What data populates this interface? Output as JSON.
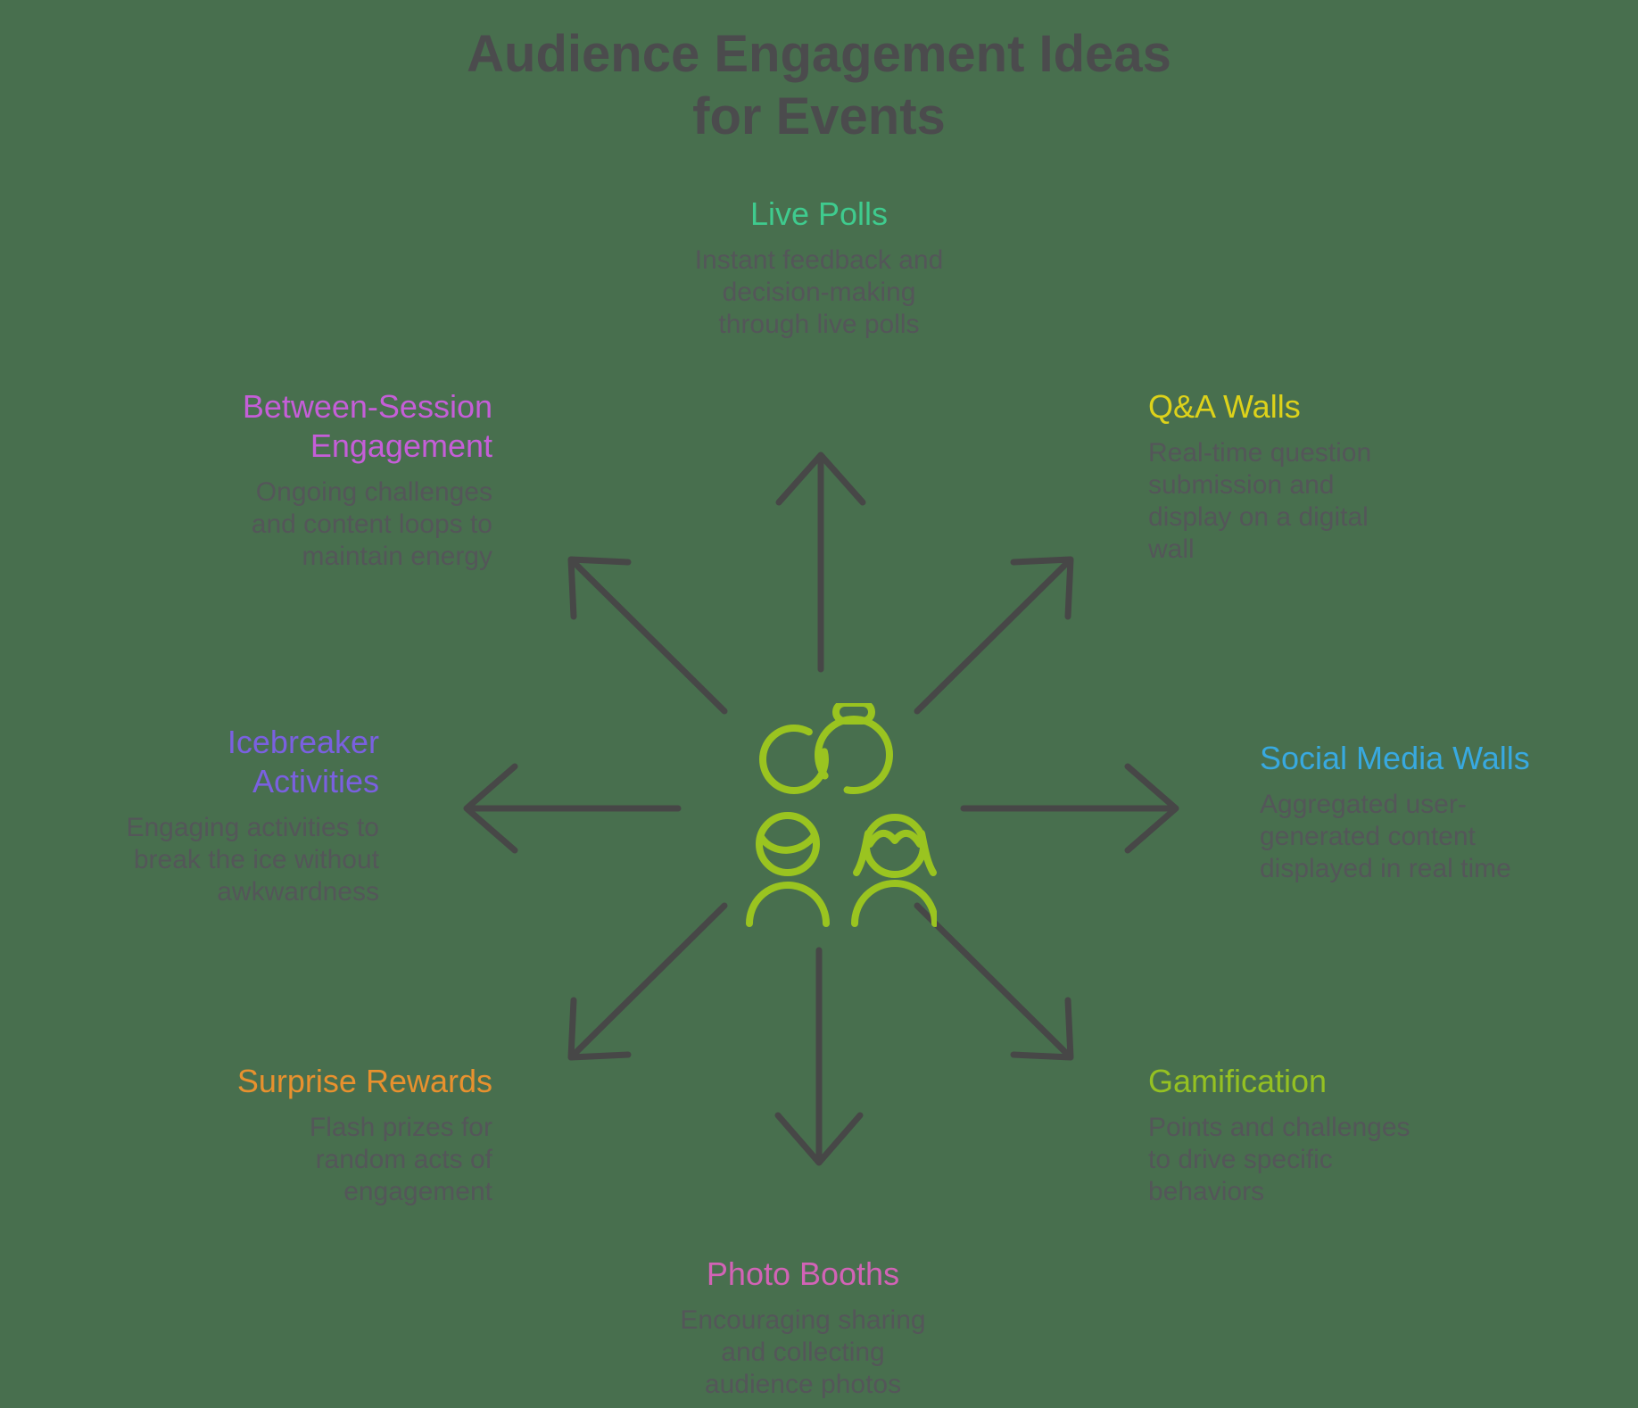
{
  "title": {
    "lines": [
      "Audience Engagement Ideas",
      "for Events"
    ]
  },
  "colors": {
    "background": "#486f4e",
    "title_text": "#4b4b4d",
    "body_text": "#545659",
    "arrow": "#474747",
    "icon_green": "#9ac420"
  },
  "center_icon": "people-partnership-icon",
  "items": [
    {
      "id": "live-polls",
      "label": "Live Polls",
      "color": "#3fcb8e",
      "description": [
        "Instant feedback and",
        "decision-making",
        "through live polls"
      ]
    },
    {
      "id": "qa-walls",
      "label": "Q&A Walls",
      "color": "#ddd21a",
      "description": [
        "Real-time question",
        "submission and",
        "display on a digital",
        "wall"
      ]
    },
    {
      "id": "social-media-walls",
      "label": "Social Media Walls",
      "color": "#38a9e0",
      "description": [
        "Aggregated user-",
        "generated content",
        "displayed in real time"
      ]
    },
    {
      "id": "gamification",
      "label": "Gamification",
      "color": "#95c122",
      "description": [
        "Points and challenges",
        "to drive specific",
        "behaviors"
      ]
    },
    {
      "id": "photo-booths",
      "label": "Photo Booths",
      "color": "#d263b6",
      "description": [
        "Encouraging sharing",
        "and collecting",
        "audience photos"
      ]
    },
    {
      "id": "surprise-rewards",
      "label": "Surprise Rewards",
      "color": "#e8912e",
      "description": [
        "Flash prizes for",
        "random acts of",
        "engagement"
      ]
    },
    {
      "id": "icebreaker-activities",
      "label": [
        "Icebreaker",
        "Activities"
      ],
      "color": "#7a60e0",
      "description": [
        "Engaging activities to",
        "break the ice without",
        "awkwardness"
      ]
    },
    {
      "id": "between-session-engagement",
      "label": [
        "Between-Session",
        "Engagement"
      ],
      "color": "#c55ed8",
      "description": [
        "Ongoing challenges",
        "and content loops to",
        "maintain energy"
      ]
    }
  ]
}
